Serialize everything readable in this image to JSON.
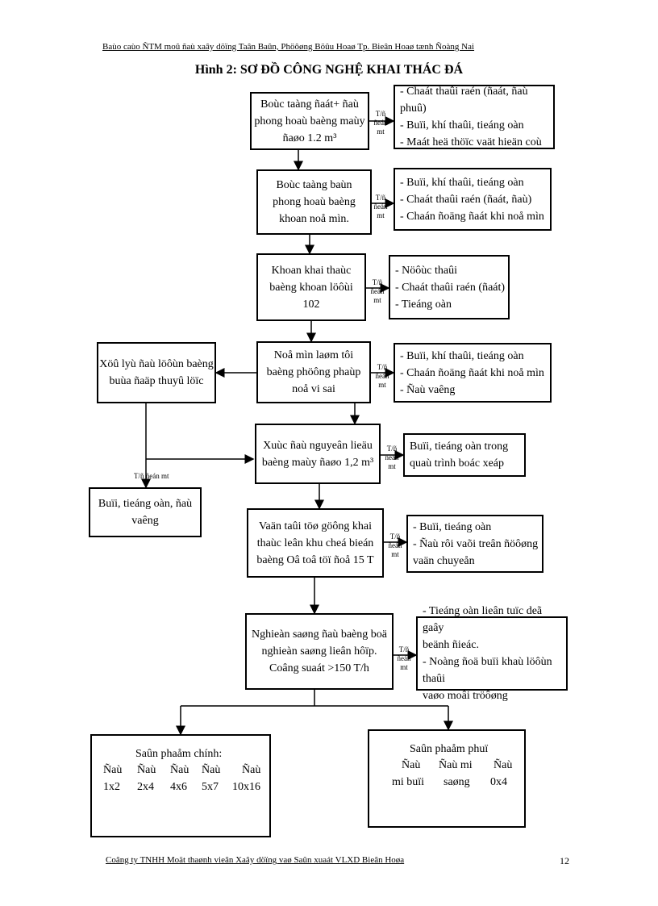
{
  "header": "Baùo caùo ÑTM moû ñaù xaây döïng Taân Baûn, Phöôøng Böûu Hoaø Tp. Bieân Hoaø tænh Ñoàng Nai",
  "title": "Hình 2: SƠ ĐỒ CÔNG NGHỆ KHAI THÁC ĐÁ",
  "footer": "Coâng ty TNHH Moät thaønh vieân Xaây döïng vaø Saûn xuaát VLXD Bieân Hoøa",
  "page_number": "12",
  "flow_label": "T/ñ\nñeán\nmt",
  "side_label": "T/ñ ñeán mt",
  "steps": [
    {
      "text": "Boùc taàng ñaát+ ñaù\nphong hoaù baèng maùy\nñaøo 1.2 m³",
      "impact": [
        "- Chaát thaûi raén (ñaát, ñaù phuû)",
        "- Buïi, khí thaûi, tieáng oàn",
        "- Maát heä thöïc vaät hieän coù"
      ]
    },
    {
      "text": "Boùc taàng baùn\nphong hoaù baèng\nkhoan noå mìn.",
      "impact": [
        "- Buïi, khí thaûi, tieáng oàn",
        "- Chaát thaûi raén (ñaát, ñaù)",
        "- Chaán ñoäng ñaát khi noå mìn"
      ]
    },
    {
      "text": "Khoan khai thaùc\nbaèng khoan löôùi\n102",
      "impact": [
        "- Nöôùc thaûi",
        "- Chaát thaûi raén (ñaát)",
        "- Tieáng oàn"
      ]
    },
    {
      "text": "Noå mìn laøm tôi\nbaèng phöông phaùp\nnoå vi sai",
      "impact": [
        "- Buïi, khí thaûi, tieáng oàn",
        "- Chaán ñoäng ñaát khi noå mìn",
        "- Ñaù vaêng"
      ]
    },
    {
      "text": "Xuùc ñaù nguyeân lieäu\nbaèng maùy ñaøo 1,2 m³",
      "impact": [
        "Buïi, tieáng oàn trong",
        "quaù trình boác xeáp"
      ]
    },
    {
      "text": "Vaän taûi töø göông khai\nthaùc leân khu cheá bieán\nbaèng Oâ toâ töï ñoå 15 T",
      "impact": [
        "- Buïi, tieáng oàn",
        "- Ñaù rôi vaõi treân ñöôøng",
        "vaän chuyeån"
      ]
    },
    {
      "text": "Nghieàn saøng ñaù baèng boä\nnghieàn saøng lieân hôïp.\nCoâng suaát >150 T/h",
      "impact": [
        "- Tieáng oàn lieân tuïc deã gaây",
        "beänh ñieác.",
        "- Noàng ñoä buïi khaù löôùn thaûi",
        "vaøo moâi tröôøng"
      ]
    }
  ],
  "secondary_blast": "Xöû lyù ñaù löôùn baèng\nbuùa ñaäp thuyû löïc",
  "secondary_impact": "Buïi, tieáng oàn, ñaù\nvaêng",
  "main_products": {
    "title": "Saûn phaåm chính:",
    "row1": [
      "Ñaù",
      "Ñaù",
      "Ñaù",
      "Ñaù",
      "Ñaù"
    ],
    "row2": [
      "1x2",
      "2x4",
      "4x6",
      "5x7",
      "10x16"
    ]
  },
  "by_products": {
    "title": "Saûn phaåm phuï",
    "row1": [
      "Ñaù",
      "Ñaù mi",
      "Ñaù"
    ],
    "row2": [
      "mi buïi",
      "saøng",
      "0x4"
    ]
  }
}
